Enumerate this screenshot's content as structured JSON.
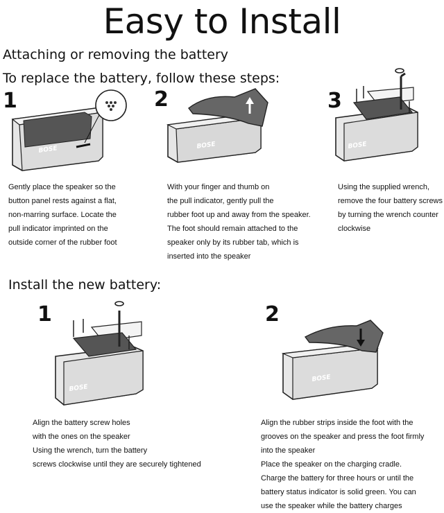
{
  "title": "Easy to Install",
  "section1": {
    "heading": "Attaching or removing the battery",
    "subheading": "To replace the battery, follow these steps:",
    "steps": [
      {
        "number": "1",
        "lines": [
          "Gently place the speaker so the",
          "button panel rests against a flat,",
          "non-marring surface. Locate the",
          "pull indicator imprinted on the",
          "outside corner of the rubber foot"
        ]
      },
      {
        "number": "2",
        "lines": [
          "With your finger and thumb on",
          "the pull indicator, gently pull the",
          "rubber foot up and away from the speaker.",
          "The foot should remain attached to the",
          "speaker only by its rubber tab, which is",
          "inserted into the speaker"
        ]
      },
      {
        "number": "3",
        "lines": [
          "Using the supplied wrench,",
          "remove the four battery screws",
          "by turning the wrench counter",
          "clockwise"
        ]
      }
    ]
  },
  "section2": {
    "heading": "Install the new battery:",
    "steps": [
      {
        "number": "1",
        "lines": [
          "Align the battery screw holes",
          "with the ones on the speaker",
          "Using the wrench, turn the battery",
          "screws clockwise until they are securely tightened"
        ]
      },
      {
        "number": "2",
        "lines": [
          "Align the rubber strips inside the foot with the",
          "grooves on the speaker and press the foot firmly",
          "into the speaker",
          "Place the speaker on the charging cradle.",
          "Charge the battery for three hours or until the",
          "battery status indicator is solid green. You can",
          "use the speaker while the battery charges"
        ]
      }
    ]
  },
  "brand_logo_text": "BOSE"
}
